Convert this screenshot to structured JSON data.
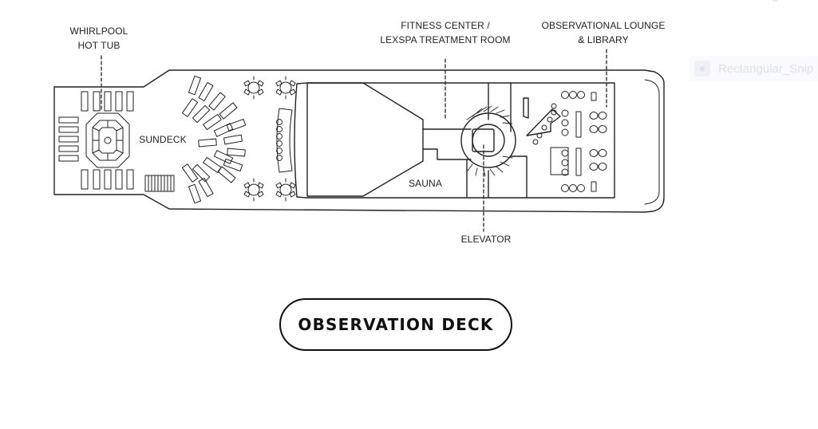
{
  "deck": {
    "title": "OBSERVATION DECK",
    "labels": {
      "whirlpool_line1": "WHIRLPOOL",
      "whirlpool_line2": "HOT TUB",
      "sundeck": "SUNDECK",
      "fitness_line1": "FITNESS CENTER /",
      "fitness_line2": "LEXSPA TREATMENT ROOM",
      "lounge_line1": "OBSERVATIONAL LOUNGE",
      "lounge_line2": "& LIBRARY",
      "sauna": "SAUNA",
      "elevator": "ELEVATOR"
    }
  },
  "overlay": {
    "text": "Rectangular_Snip",
    "icon": "snip-icon"
  },
  "colors": {
    "line": "#222222",
    "background": "#ffffff"
  }
}
